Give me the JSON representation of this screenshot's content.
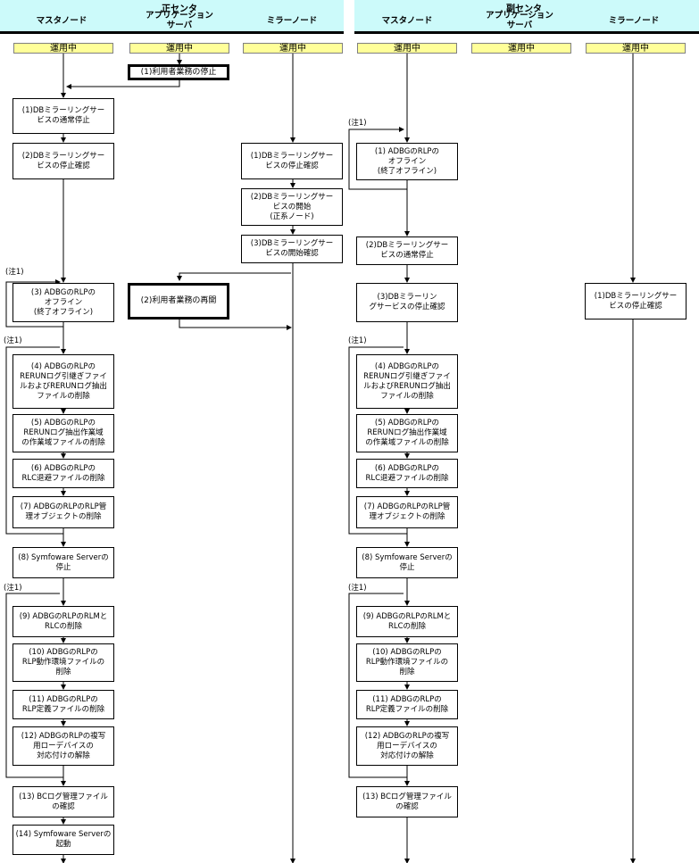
{
  "centers": {
    "primary": "正センタ",
    "secondary": "副センタ"
  },
  "columns": {
    "primary_master": "マスタノード",
    "primary_app": [
      "アプリケーション",
      "サーバ"
    ],
    "primary_mirror": "ミラーノード",
    "secondary_master": "マスタノード",
    "secondary_app": [
      "アプリケーション",
      "サーバ"
    ],
    "secondary_mirror": "ミラーノード"
  },
  "status_label": "運用中",
  "note_label": "(注1)",
  "steps": {
    "app_1": "(1)利用者業務の停止",
    "app_2": "(2)利用者業務の再開",
    "pm_1": [
      "(1)DBミラーリングサー",
      "ビスの通常停止"
    ],
    "pm_2": [
      "(2)DBミラーリングサー",
      "ビスの停止確認"
    ],
    "pm_3": [
      "(3) ADBGのRLPの",
      "オフライン",
      "(終了オフライン)"
    ],
    "pm_4": [
      "(4) ADBGのRLPの",
      "RERUNログ引継ぎファイ",
      "ルおよびRERUNログ抽出",
      "ファイルの削除"
    ],
    "pm_5": [
      "(5) ADBGのRLPの",
      "RERUNログ抽出作業域",
      "の作業域ファイルの削除"
    ],
    "pm_6": [
      "(6) ADBGのRLPの",
      "RLC退避ファイルの削除"
    ],
    "pm_7": [
      "(7) ADBGのRLPのRLP管",
      "理オブジェクトの削除"
    ],
    "pm_8": [
      "(8) Symfoware Serverの",
      "停止"
    ],
    "pm_9": [
      "(9) ADBGのRLPのRLMと",
      "RLCの削除"
    ],
    "pm_10": [
      "(10) ADBGのRLPの",
      "RLP動作環境ファイルの",
      "削除"
    ],
    "pm_11": [
      "(11) ADBGのRLPの",
      "RLP定義ファイルの削除"
    ],
    "pm_12": [
      "(12) ADBGのRLPの複写",
      "用ローデバイスの",
      "対応付けの解除"
    ],
    "pm_13": [
      "(13) BCログ管理ファイル",
      "の確認"
    ],
    "pm_14": [
      "(14) Symfoware Serverの",
      "起動"
    ],
    "pmir_1": [
      "(1)DBミラーリングサー",
      "ビスの停止確認"
    ],
    "pmir_2": [
      "(2)DBミラーリングサー",
      "ビスの開始",
      "(正系ノード)"
    ],
    "pmir_3": [
      "(3)DBミラーリングサー",
      "ビスの開始確認"
    ],
    "sm_1": [
      "(1) ADBGのRLPの",
      "オフライン",
      "(終了オフライン)"
    ],
    "sm_2": [
      "(2)DBミラーリングサー",
      "ビスの通常停止"
    ],
    "sm_3": [
      "(3)DBミラーリン",
      "グサービスの停止確認"
    ],
    "sm_4": [
      "(4) ADBGのRLPの",
      "RERUNログ引継ぎファイ",
      "ルおよびRERUNログ抽出",
      "ファイルの削除"
    ],
    "sm_5": [
      "(5) ADBGのRLPの",
      "RERUNログ抽出作業域",
      "の作業域ファイルの削除"
    ],
    "sm_6": [
      "(6) ADBGのRLPの",
      "RLC退避ファイルの削除"
    ],
    "sm_7": [
      "(7) ADBGのRLPのRLP管",
      "理オブジェクトの削除"
    ],
    "sm_8": [
      "(8) Symfoware Serverの",
      "停止"
    ],
    "sm_9": [
      "(9) ADBGのRLPのRLMと",
      "RLCの削除"
    ],
    "sm_10": [
      "(10) ADBGのRLPの",
      "RLP動作環境ファイルの",
      "削除"
    ],
    "sm_11": [
      "(11) ADBGのRLPの",
      "RLP定義ファイルの削除"
    ],
    "sm_12": [
      "(12) ADBGのRLPの複写",
      "用ローデバイスの",
      "対応付けの解除"
    ],
    "sm_13": [
      "(13) BCログ管理ファイル",
      "の確認"
    ],
    "smir_1": [
      "(1)DBミラーリングサー",
      "ビスの停止確認"
    ]
  }
}
